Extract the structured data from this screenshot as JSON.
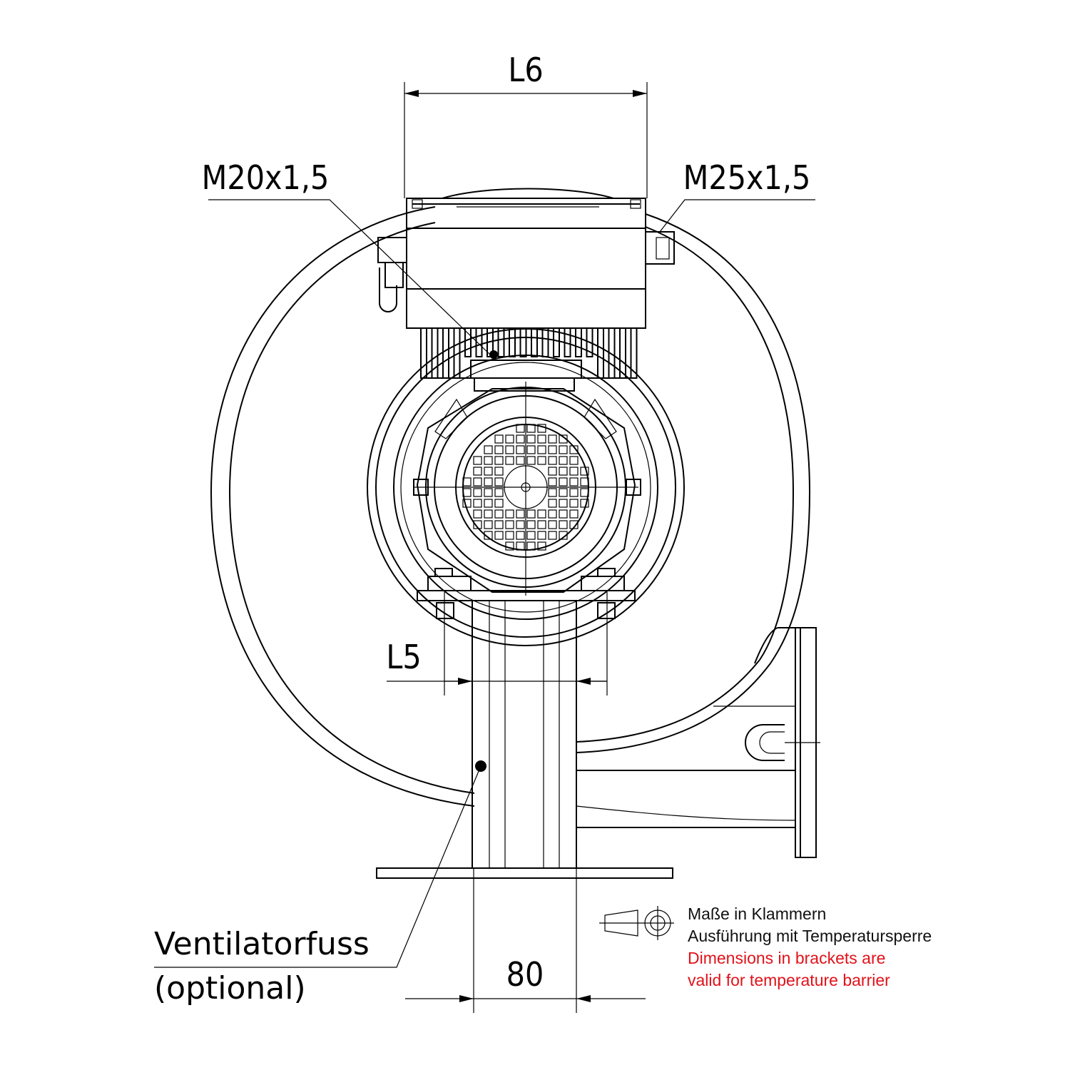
{
  "dimensions": {
    "l6": "L6",
    "l5": "L5",
    "foot_width": "80"
  },
  "threads": {
    "left": "M20x1,5",
    "right": "M25x1,5"
  },
  "callout": {
    "line1": "Ventilatorfuss",
    "line2": "(optional)"
  },
  "legend": {
    "de_line1": "Maße in Klammern",
    "de_line2": "Ausführung mit Temperatursperre",
    "en_line1": "Dimensions in brackets are",
    "en_line2": "valid for temperature barrier",
    "en_color": "#e1121a",
    "symbol": "first-angle-projection-icon"
  }
}
